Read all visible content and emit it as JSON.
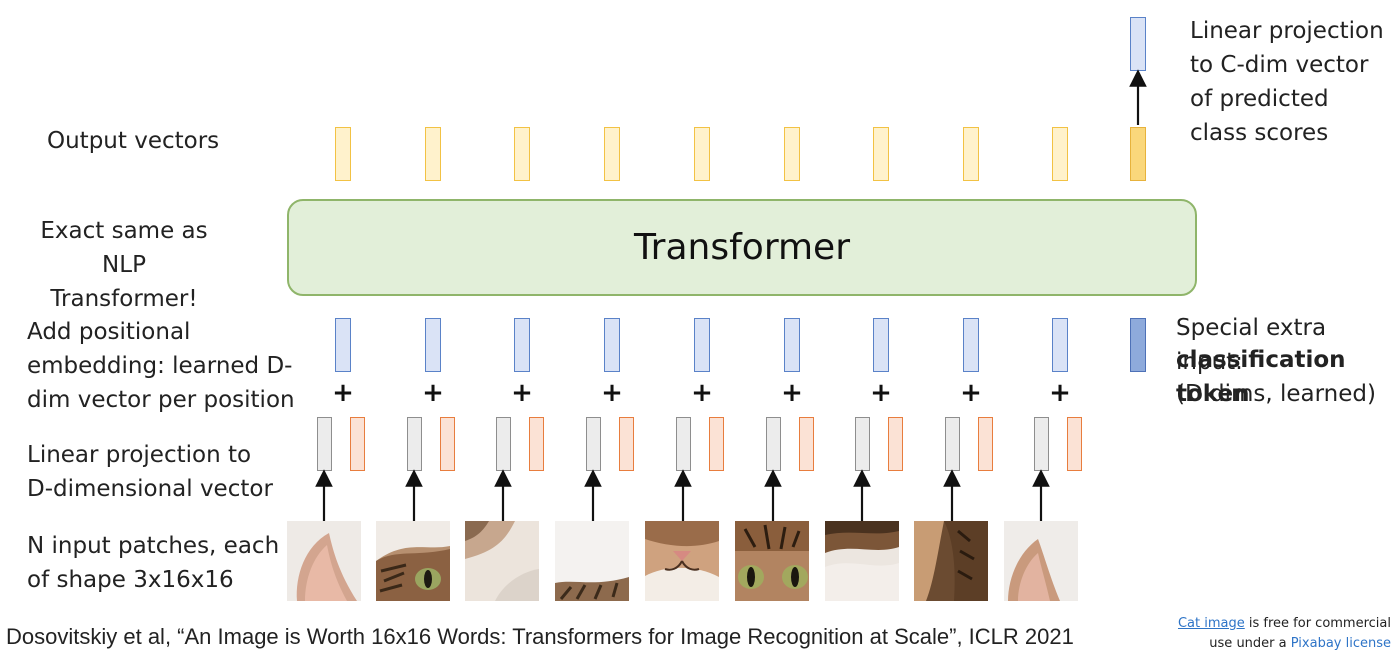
{
  "labels": {
    "output_vectors": "Output vectors",
    "exact_same": "Exact same as\nNLP Transformer!",
    "positional": "Add positional\nembedding: learned D-\ndim vector per position",
    "linear_proj": "Linear projection to\nD-dimensional vector",
    "input_patches": "N input patches, each\nof shape 3x16x16",
    "top_right": "Linear projection\nto C-dim vector\nof predicted\nclass scores",
    "special_line1": "Special extra input:",
    "special_line2": "classification token",
    "special_line3": "(D dims, learned)"
  },
  "transformer": {
    "label": "Transformer"
  },
  "plus_symbol": "+",
  "patches": [
    {
      "name": "cat-ear-patch",
      "description_icon": "patch-image"
    },
    {
      "name": "cat-eye-patch",
      "description_icon": "patch-image"
    },
    {
      "name": "cat-fur-patch",
      "description_icon": "patch-image"
    },
    {
      "name": "cat-chin-patch",
      "description_icon": "patch-image"
    },
    {
      "name": "cat-nose-patch",
      "description_icon": "patch-image"
    },
    {
      "name": "cat-eyes-patch",
      "description_icon": "patch-image"
    },
    {
      "name": "cat-body-patch",
      "description_icon": "patch-image"
    },
    {
      "name": "cat-side-patch",
      "description_icon": "patch-image"
    },
    {
      "name": "cat-ear2-patch",
      "description_icon": "patch-image"
    }
  ],
  "citation": "Dosovitskiy et al, “An Image is Worth 16x16 Words: Transformers for Image Recognition at Scale”, ICLR 2021",
  "credit": {
    "link1": "Cat image",
    "text1": " is free for commercial",
    "text2": "use under a ",
    "link2": "Pixabay license"
  },
  "colors": {
    "output_fill": "#fff2cc",
    "output_cls_fill": "#fad77b",
    "embedding_fill": "#dae3f6",
    "embedding_cls_fill": "#8eaadb",
    "transformer_fill": "#e2efd9",
    "transformer_border": "#8fb56a",
    "patch_proj_gray": "#ececec",
    "patch_proj_orange": "#fbe2d5",
    "link": "#2e74c7"
  }
}
